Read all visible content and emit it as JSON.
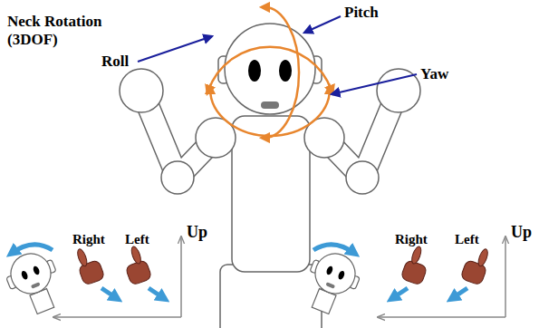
{
  "diagram": {
    "labels": [
      "Neck Rotation (3DOF)",
      "Pitch",
      "Roll",
      "Yaw",
      "Right",
      "Left",
      "Up",
      "Right",
      "Left",
      "Up"
    ]
  }
}
